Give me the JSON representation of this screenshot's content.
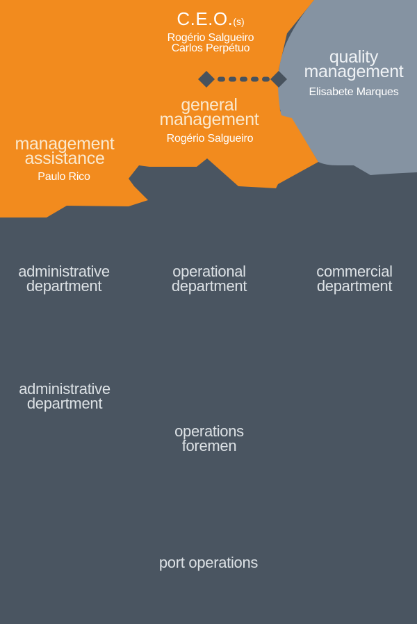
{
  "palette": {
    "orange": "#F28B1E",
    "dark_slate": "#4A5561",
    "light_slate": "#8593A2",
    "text_on_dark": "#DCE1E5",
    "cream_title": "#FBE9CE",
    "white": "#FFFFFF"
  },
  "chart_type": "organizational-chart",
  "nodes": {
    "ceo": {
      "title": "C.E.O.",
      "title_suffix": "(s)",
      "name_line1": "Rogério Salgueiro",
      "name_line2": "Carlos Perpétuo"
    },
    "quality_management": {
      "title_line1": "quality",
      "title_line2": "management",
      "name": "Elisabete Marques"
    },
    "general_management": {
      "title_line1": "general",
      "title_line2": "management",
      "name": "Rogério Salgueiro"
    },
    "management_assistance": {
      "title_line1": "management",
      "title_line2": "assistance",
      "name": "Paulo Rico"
    },
    "administrative_department_1": {
      "title_line1": "administrative",
      "title_line2": "department"
    },
    "operational_department": {
      "title_line1": "operational",
      "title_line2": "department"
    },
    "commercial_department": {
      "title_line1": "commercial",
      "title_line2": "department"
    },
    "administrative_department_2": {
      "title_line1": "administrative",
      "title_line2": "department"
    },
    "operations_foremen": {
      "title_line1": "operations",
      "title_line2": "foremen"
    },
    "port_operations": {
      "title": "port operations"
    }
  }
}
